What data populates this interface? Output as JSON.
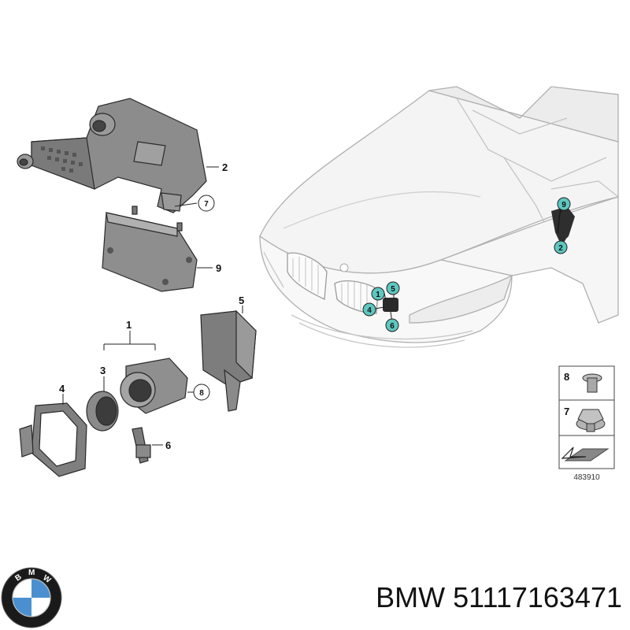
{
  "brand": {
    "name": "BMW",
    "logo_letters": "BMW",
    "part_number": "51117163471"
  },
  "diagram_ref": "483910",
  "callouts": {
    "bracket": "2",
    "bolt_ring": "7",
    "control_unit": "9",
    "cover": "5",
    "assembly": "1",
    "lens": "3",
    "frame": "4",
    "camera_bolt": "8",
    "connector": "6"
  },
  "car_bubbles": {
    "b1": "1",
    "b5": "5",
    "b4": "4",
    "b6": "6",
    "b9": "9",
    "b2": "2"
  },
  "legend": {
    "bolt": "8",
    "nut": "7"
  },
  "colors": {
    "bubble_fill": "#5ec8c0",
    "part_gray": "#8a8a8a",
    "car_outline": "#b8b8b8"
  }
}
